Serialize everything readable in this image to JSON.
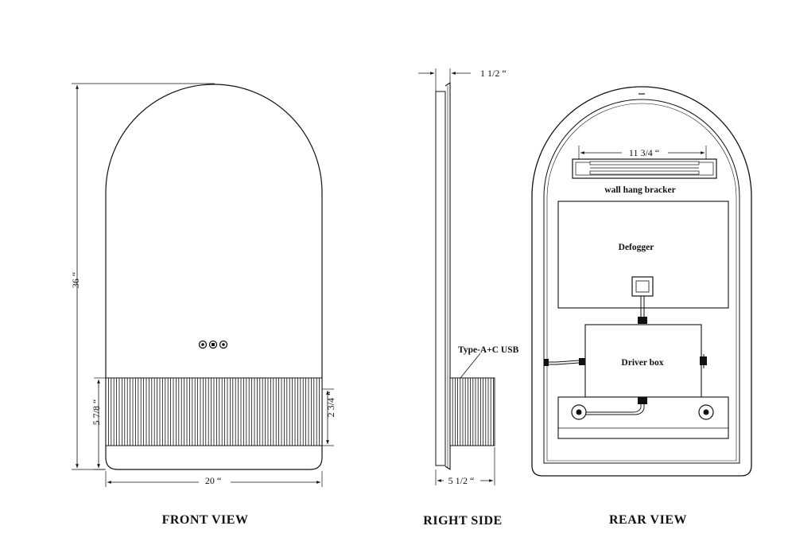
{
  "views": {
    "front": "FRONT VIEW",
    "right": "RIGHT SIDE",
    "rear": "REAR VIEW"
  },
  "dimensions": {
    "height": "36 “",
    "width": "20 “",
    "fluted_height": "5 7/8 “",
    "fluted_inner": "2 3/4 “",
    "depth_top": "1 1/2 “",
    "depth_bottom": "5 1/2 “",
    "bracket_width": "11 3/4 “"
  },
  "labels": {
    "usb": "Type-A+C USB",
    "bracket": "wall hang bracker",
    "defogger": "Defogger",
    "driver": "Driver box"
  }
}
